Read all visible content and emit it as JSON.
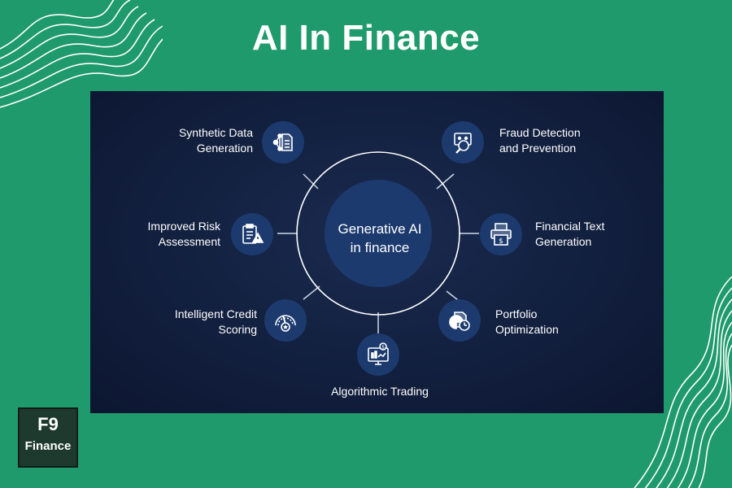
{
  "title": "AI In Finance",
  "center": {
    "line1": "Generative AI",
    "line2": "in finance"
  },
  "items": [
    {
      "line1": "Synthetic Data",
      "line2": "Generation",
      "icon": "network-document-icon"
    },
    {
      "line1": "Fraud Detection",
      "line2": "and Prevention",
      "icon": "magnifier-laptop-icon"
    },
    {
      "line1": "Improved Risk",
      "line2": "Assessment",
      "icon": "clipboard-warning-icon"
    },
    {
      "line1": "Financial Text",
      "line2": "Generation",
      "icon": "printer-dollar-icon"
    },
    {
      "line1": "Intelligent Credit",
      "line2": "Scoring",
      "icon": "gauge-star-icon"
    },
    {
      "line1": "Portfolio",
      "line2": "Optimization",
      "icon": "pie-chart-clock-icon"
    },
    {
      "line1": "Algorithmic Trading",
      "line2": "",
      "icon": "trading-monitor-icon"
    }
  ],
  "logo": {
    "line1": "F9",
    "line2": "Finance"
  },
  "colors": {
    "background": "#1f9a6c",
    "panel": "#121f3e",
    "node": "#1c3a6e",
    "text": "#ffffff"
  }
}
